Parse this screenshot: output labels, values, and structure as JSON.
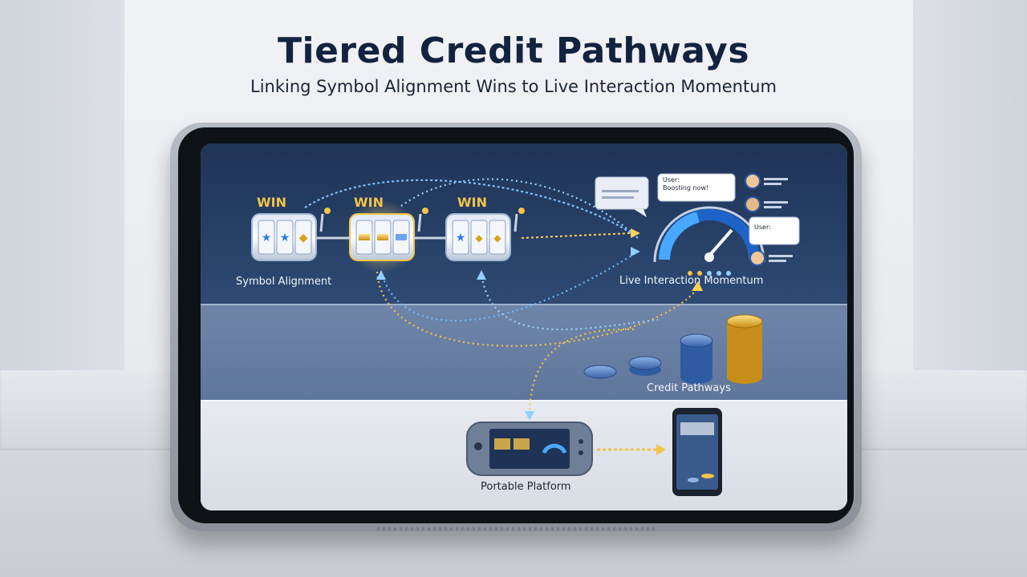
{
  "title": "Tiered Credit Pathways",
  "subtitle": "Linking Symbol Alignment Wins to Live Interaction Momentum",
  "labels": {
    "symbol_alignment": "Symbol Alignment",
    "live_momentum": "Live Interaction Momentum",
    "credit_pathways": "Credit Pathways",
    "portable_platform": "Portable Platform"
  },
  "win_labels": [
    "WIN",
    "WIN",
    "WIN"
  ],
  "chat_bubbles": [
    "User:",
    "Boosting now!",
    "User:"
  ],
  "icons": [
    "slot-reel-icon",
    "speedometer-icon",
    "chat-bubble-icon",
    "avatar-icon",
    "coin-stack-icon",
    "handheld-console-icon",
    "smartphone-icon",
    "arrow-icon"
  ],
  "colors": {
    "accent_blue": "#4aa8ff",
    "accent_gold": "#f2c44a",
    "screen_navy": "#1f3356"
  }
}
